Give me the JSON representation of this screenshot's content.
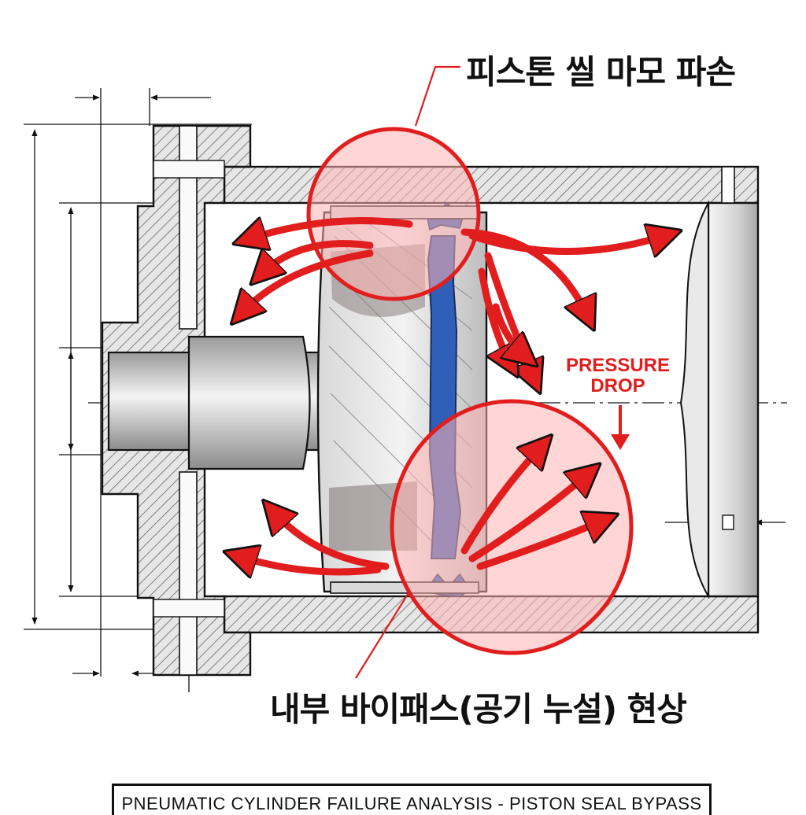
{
  "callouts": {
    "top_label": "피스톤 씰 마모 파손",
    "bottom_label": "내부 바이패스(공기 누설) 현상",
    "pressure_line1": "PRESSURE",
    "pressure_line2": "DROP"
  },
  "caption": "PNEUMATIC CYLINDER FAILURE ANALYSIS - PISTON SEAL BYPASS",
  "colors": {
    "accent_red": "#e11d1d",
    "highlight_fill": "#ffb3b3",
    "seal_blue": "#2f5fb8",
    "line_dark": "#111111",
    "metal_gray": "#cfcfcf"
  },
  "icons": {
    "flow_arrow": "leak-arrow-icon",
    "down_arrow": "pressure-drop-arrow-icon"
  }
}
